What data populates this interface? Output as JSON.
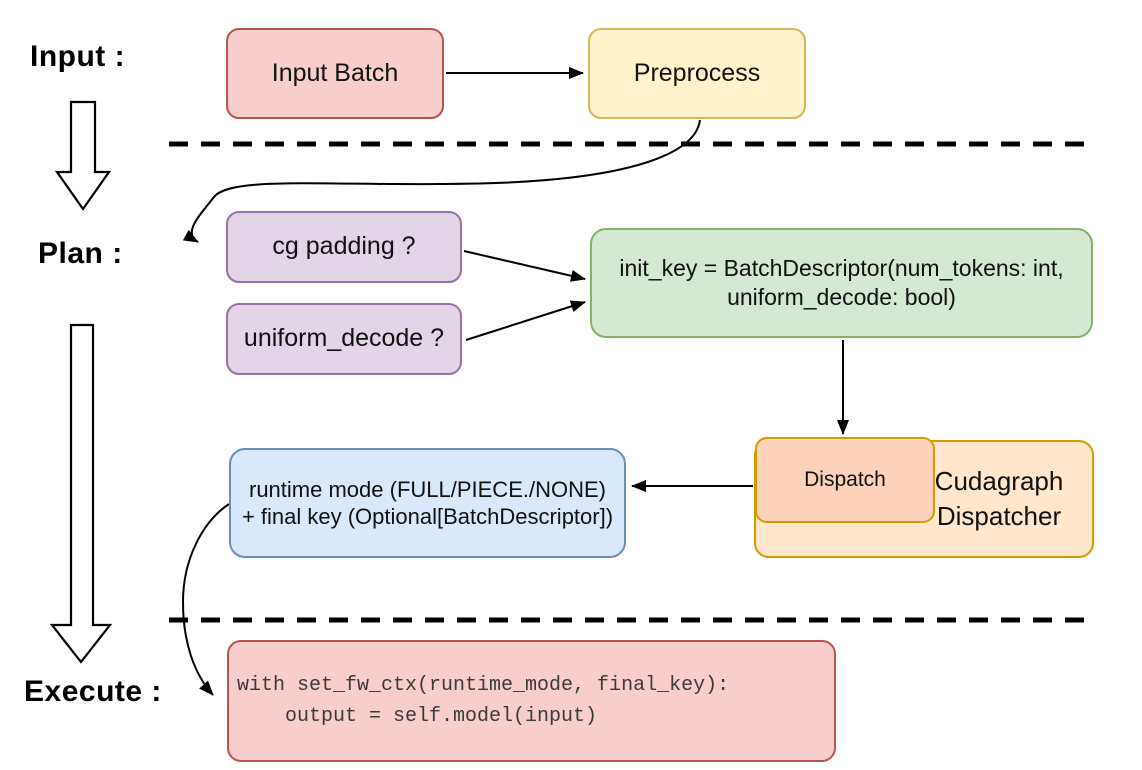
{
  "diagram": {
    "title_hint": "cudagraph dispatch pipeline flowchart",
    "stage_labels": {
      "input": "Input :",
      "plan": "Plan :",
      "execute": "Execute :"
    },
    "nodes": {
      "input_batch": {
        "label": "Input Batch",
        "fill": "#f8cecc",
        "stroke": "#b85450"
      },
      "preprocess": {
        "label": "Preprocess",
        "fill": "#fff2cc",
        "stroke": "#d6b656"
      },
      "cg_padding": {
        "label": "cg padding ?",
        "fill": "#e1d5e7",
        "stroke": "#9673a6"
      },
      "uniform_decode": {
        "label": "uniform_decode ?",
        "fill": "#e1d5e7",
        "stroke": "#9673a6"
      },
      "init_key": {
        "line1": "init_key = BatchDescriptor(num_tokens: int,",
        "line2": "uniform_decode: bool)",
        "fill": "#d5e8d4",
        "stroke": "#82b366"
      },
      "dispatch": {
        "label": "Dispatch",
        "fill": "#fcd2bb",
        "stroke": "#d79b00"
      },
      "cudagraph_dispatcher": {
        "line1": "Cudagraph",
        "line2": "Dispatcher",
        "fill": "#ffe6cc",
        "stroke": "#d79b00"
      },
      "runtime_mode": {
        "line1": "runtime mode (FULL/PIECE./NONE)",
        "line2": "+ final key (Optional[BatchDescriptor])",
        "fill": "#dae8fc",
        "stroke": "#6c8ebf"
      },
      "execute_code": {
        "line1": "with set_fw_ctx(runtime_mode, final_key):",
        "line2": "    output = self.model(input)",
        "fill": "#f8cecc",
        "stroke": "#b85450"
      }
    },
    "connector_color": "#000000",
    "separator_style": "dashed"
  }
}
